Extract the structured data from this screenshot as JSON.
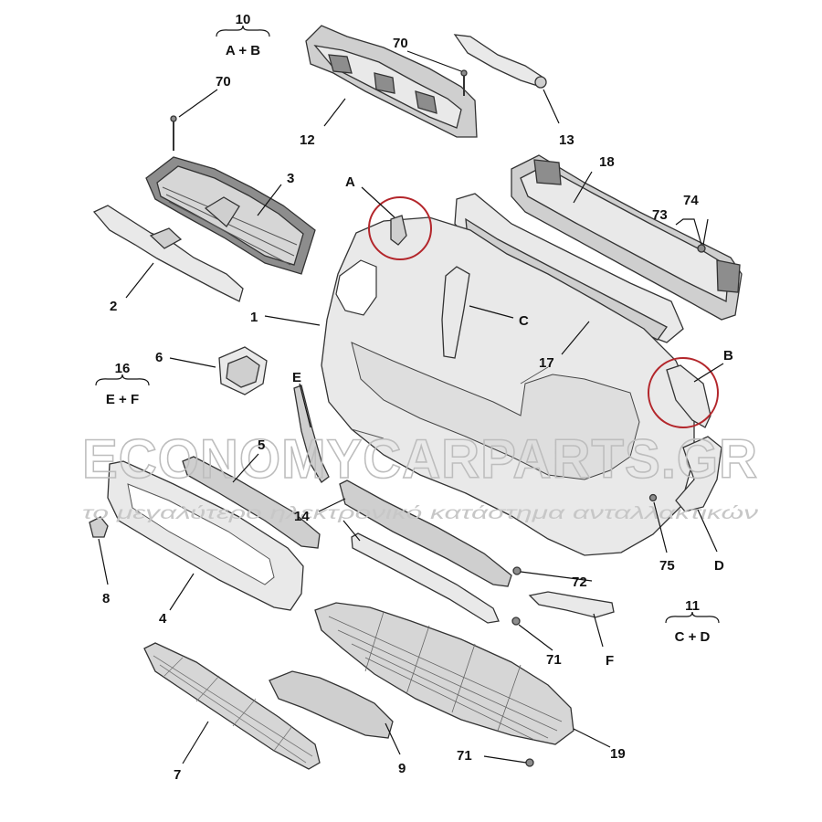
{
  "watermark": {
    "brand": "ECONOMYCARPARTS.GR",
    "tagline": "το μεγαλύτερο ηλεκτρονικό κατάστημα ανταλλακτικών"
  },
  "labels": {
    "p1": "1",
    "p2": "2",
    "p3": "3",
    "p4": "4",
    "p5": "5",
    "p6": "6",
    "p7": "7",
    "p8": "8",
    "p9": "9",
    "p12": "12",
    "p13": "13",
    "p14": "14",
    "p17": "17",
    "p18": "18",
    "p19": "19",
    "p70a": "70",
    "p70b": "70",
    "p71a": "71",
    "p71b": "71",
    "p72": "72",
    "p73": "73",
    "p74": "74",
    "p75": "75",
    "pA": "A",
    "pB": "B",
    "pC": "C",
    "pD": "D",
    "pE": "E",
    "pF": "F"
  },
  "kits": {
    "k10": {
      "number": "10",
      "parts": "A + B"
    },
    "k16": {
      "number": "16",
      "parts": "E + F"
    },
    "k11": {
      "number": "11",
      "parts": "C + D"
    }
  },
  "colors": {
    "highlight": "#b3262b"
  }
}
